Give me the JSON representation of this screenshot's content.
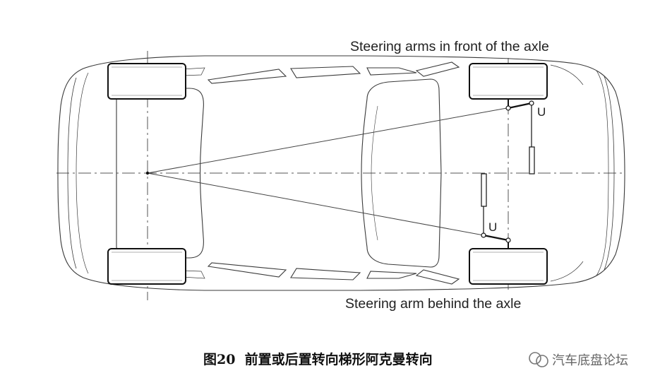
{
  "diagram": {
    "label_top": "Steering arms in front of the axle",
    "label_bottom": "Steering arm behind the axle",
    "joint_label_top": "U",
    "joint_label_bottom": "U"
  },
  "caption": {
    "text": "图20  前置或后置转向梯形阿克曼转向"
  },
  "watermark": {
    "text": "汽车底盘论坛",
    "icon": "wechat-channel-icon"
  },
  "colors": {
    "line": "#2a2a2a",
    "thin": "#5a5a5a",
    "background": "#ffffff"
  }
}
